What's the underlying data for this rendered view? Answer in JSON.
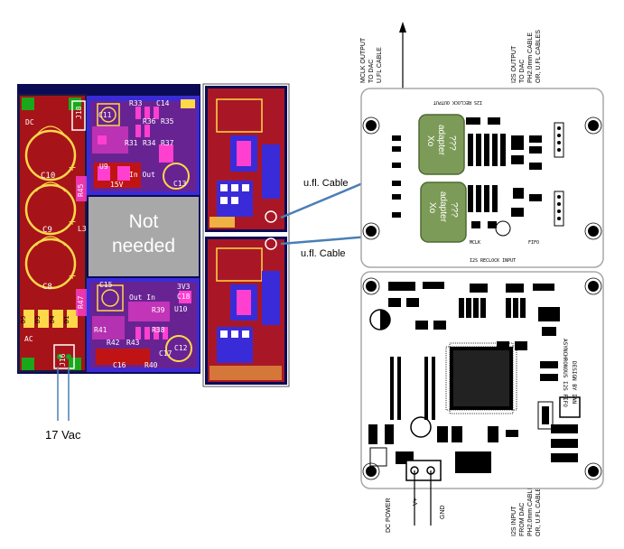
{
  "left_board": {
    "note_line1": "Not",
    "note_line2": "needed",
    "silk": {
      "dc": "DC",
      "ac": "AC",
      "c10": "C10",
      "c9": "C9",
      "c8": "C8",
      "r45": "R45",
      "l3": "L3",
      "r47": "R47",
      "j18": "J18",
      "j16": "J16",
      "d5": "D5",
      "d3": "D3",
      "d4": "D4",
      "d1": "D1",
      "r33": "R33",
      "r36": "R36",
      "r35": "R35",
      "r31": "R31",
      "r34": "R34",
      "r37": "R37",
      "c11": "C11",
      "c14": "C14",
      "c13": "C13",
      "u9": "U9",
      "in_out": "In Out",
      "v15": "15V",
      "v3": "3V3",
      "out_in": "Out In",
      "c15": "C15",
      "c18": "C18",
      "r41": "R41",
      "r42": "R42",
      "r43": "R43",
      "r38": "R38",
      "r39": "R39",
      "r40": "R40",
      "c16": "C16",
      "c17": "C17",
      "c12": "C12",
      "u10": "U10"
    }
  },
  "cables": {
    "cable1_label": "u.fl. Cable",
    "cable2_label": "u.fl. Cable"
  },
  "supply_label": "17 Vac",
  "right_board": {
    "top_arrow_label_1": "MCLK OUTPUT",
    "top_arrow_label_2": "TO DAC",
    "top_arrow_label_3": "U.FL CABLE",
    "i2s_out_1": "I2S OUTPUT",
    "i2s_out_2": "TO DAC",
    "i2s_out_3": "PH2.0mm CABLE",
    "i2s_out_4": "OR, U.FL CABLES",
    "i2s_in_1": "I2S INPUT",
    "i2s_in_2": "FROM DAC",
    "i2s_in_3": "PH2.0mm CABLE",
    "i2s_in_4": "OR, U.FL CABLES",
    "dc_power": "DC POWER",
    "v_plus": "V+",
    "gnd": "GND",
    "adapter1_line1": "Xo",
    "adapter1_line2": "adapter",
    "adapter1_line3": "???",
    "adapter2_line1": "Xo",
    "adapter2_line2": "adapter",
    "adapter2_line3": "???",
    "design_by": "DESIGN BY IAN",
    "async_fifo": "ASYNCHRONOUS I2S FIFO",
    "reclock_input": "I2S RECLOCK INPUT",
    "reclock_output": "I2S RECLOCK OUTPUT",
    "mclk": "MCLK",
    "fifo": "FIFO"
  }
}
